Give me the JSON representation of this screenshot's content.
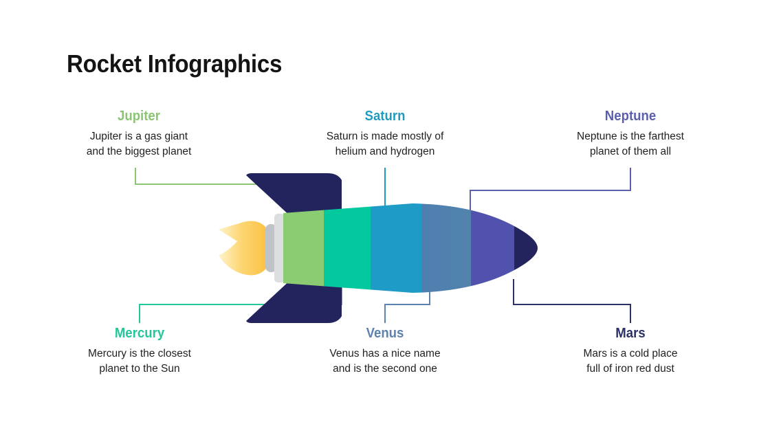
{
  "slide": {
    "title": "Rocket Infographics",
    "background_color": "#ffffff",
    "title_color": "#141414"
  },
  "callouts": [
    {
      "key": "jupiter",
      "title": "Jupiter",
      "description": "Jupiter is a gas giant\nand the biggest planet",
      "color": "#8BC473",
      "position": "top-left"
    },
    {
      "key": "saturn",
      "title": "Saturn",
      "description": "Saturn is made mostly of\nhelium and hydrogen",
      "color": "#1F9BC0",
      "position": "top-center"
    },
    {
      "key": "neptune",
      "title": "Neptune",
      "description": "Neptune is the farthest\nplanet of them all",
      "color": "#5B5FAE",
      "position": "top-right"
    },
    {
      "key": "mercury",
      "title": "Mercury",
      "description": "Mercury is the closest\nplanet to the Sun",
      "color": "#23C79B",
      "position": "bottom-left"
    },
    {
      "key": "venus",
      "title": "Venus",
      "description": "Venus has a nice name\nand is the second one",
      "color": "#5E82AE",
      "position": "bottom-center"
    },
    {
      "key": "mars",
      "title": "Mars",
      "description": "Mars is a cold place\nfull of iron red dust",
      "color": "#2C3166",
      "position": "bottom-right"
    }
  ],
  "rocket": {
    "orientation": "pointing-right",
    "body_segments": [
      {
        "name": "segment-green",
        "color": "#8BCC72"
      },
      {
        "name": "segment-emerald",
        "color": "#04C89E"
      },
      {
        "name": "segment-cyan",
        "color": "#1E9BC6"
      },
      {
        "name": "segment-steel",
        "color": "#5080AE"
      },
      {
        "name": "segment-indigo",
        "color": "#5052AE"
      },
      {
        "name": "segment-nose",
        "color": "#23235E"
      }
    ],
    "fin_color": "#23235E",
    "nozzle_color": "#D7D9DC",
    "nozzle_inner_color": "#BFC3C8",
    "flame_colors": [
      "#FBBE38",
      "#FDE9A8"
    ]
  },
  "connectors": [
    {
      "name": "connector-jupiter",
      "color": "#8BC473"
    },
    {
      "name": "connector-saturn",
      "color": "#1F9BC0"
    },
    {
      "name": "connector-neptune",
      "color": "#5B5FAE"
    },
    {
      "name": "connector-mercury",
      "color": "#23C79B"
    },
    {
      "name": "connector-venus",
      "color": "#5E82AE"
    },
    {
      "name": "connector-mars",
      "color": "#2C3166"
    }
  ]
}
